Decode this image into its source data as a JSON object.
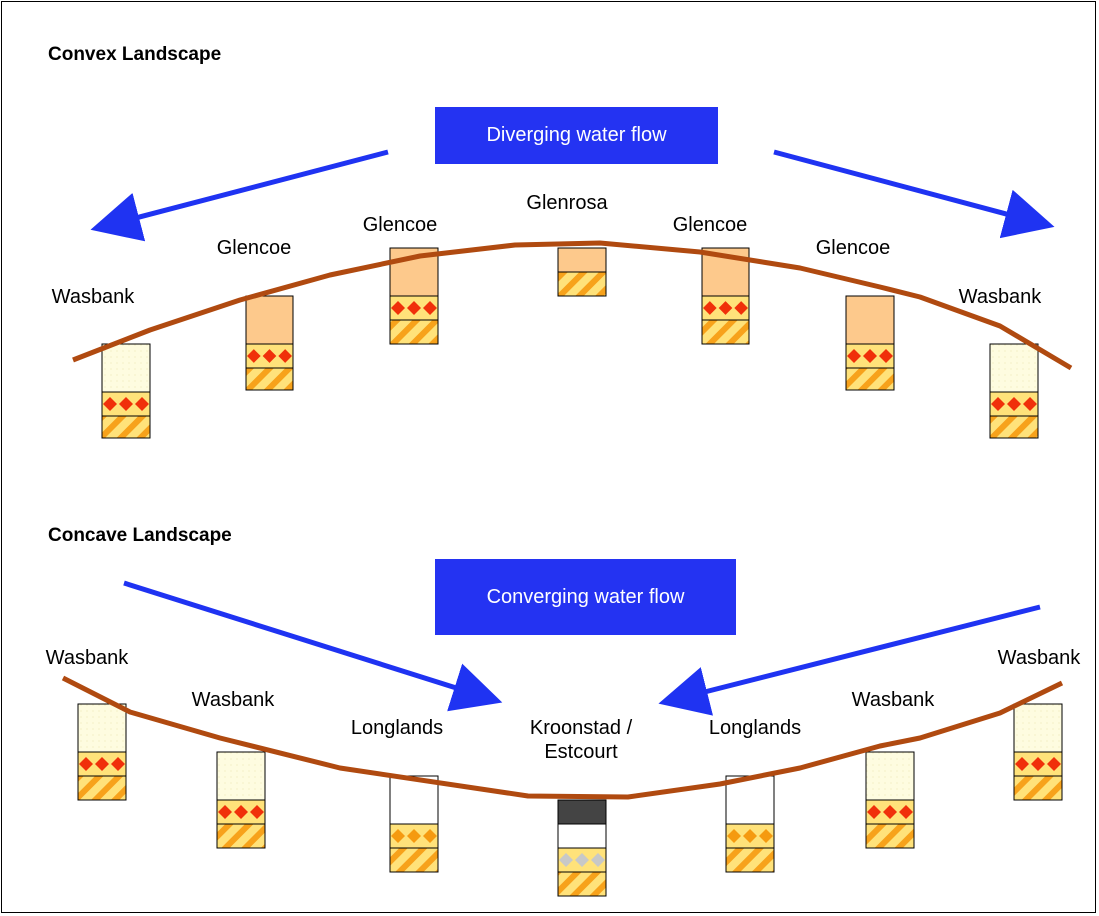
{
  "colors": {
    "arrow": "#1f33f2",
    "surface_line": "#b04a10",
    "topsoil_orange": "#fdc98c",
    "topsoil_pale": "#fefce0",
    "mottle_red": "#f0300a",
    "mottle_orange": "#f59a10",
    "mottle_grey": "#c8c8c8",
    "hatch_yellow": "#ffe27a",
    "hatch_orange": "#f7a21b",
    "dark_horizon": "#444444",
    "flow_box": "#2433f2"
  },
  "convex": {
    "title": "Convex Landscape",
    "flow_label": "Diverging water flow",
    "soils": [
      "Wasbank",
      "Glencoe",
      "Glencoe",
      "Glenrosa",
      "Glencoe",
      "Glencoe",
      "Wasbank"
    ]
  },
  "concave": {
    "title": "Concave Landscape",
    "flow_label": "Converging water flow",
    "soils": [
      "Wasbank",
      "Wasbank",
      "Longlands",
      "Kroonstad /\nEstcourt",
      "Longlands",
      "Wasbank",
      "Wasbank"
    ]
  }
}
